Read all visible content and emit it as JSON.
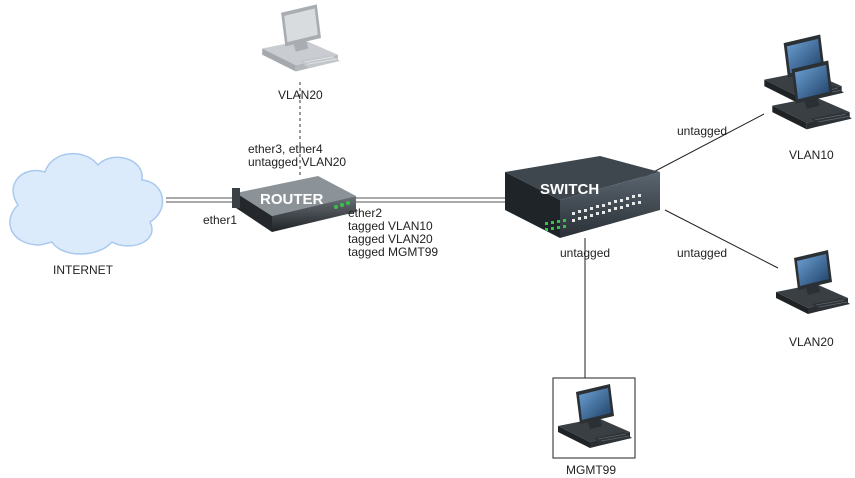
{
  "nodes": {
    "internet": {
      "label": "INTERNET"
    },
    "router": {
      "label": "ROUTER"
    },
    "switch": {
      "label": "SWITCH"
    },
    "pc_top": {
      "label": "VLAN20"
    },
    "pc_vlan10": {
      "label": "VLAN10"
    },
    "pc_vlan20_right": {
      "label": "VLAN20"
    },
    "pc_mgmt": {
      "label": "MGMT99"
    }
  },
  "edges": {
    "internet_router": {
      "label": "ether1"
    },
    "router_top_pc": {
      "lines": [
        "ether3, ether4",
        "untagged VLAN20"
      ]
    },
    "router_switch": {
      "lines": [
        "ether2",
        "tagged VLAN10",
        "tagged VLAN20",
        "tagged MGMT99"
      ]
    },
    "switch_vlan10": {
      "label": "untagged"
    },
    "switch_vlan20": {
      "label": "untagged"
    },
    "switch_mgmt": {
      "label": "untagged"
    }
  },
  "colors": {
    "cloud_fill": "#dcebfb",
    "cloud_stroke": "#a9c9ee",
    "device_dark": "#2e3338",
    "monitor_screen": "#2d5f8a",
    "pc_light": "#b9bcc0",
    "port_green": "#39c24a"
  },
  "icons": [
    "cloud-icon",
    "router-icon",
    "switch-icon",
    "desktop-computer-icon"
  ]
}
